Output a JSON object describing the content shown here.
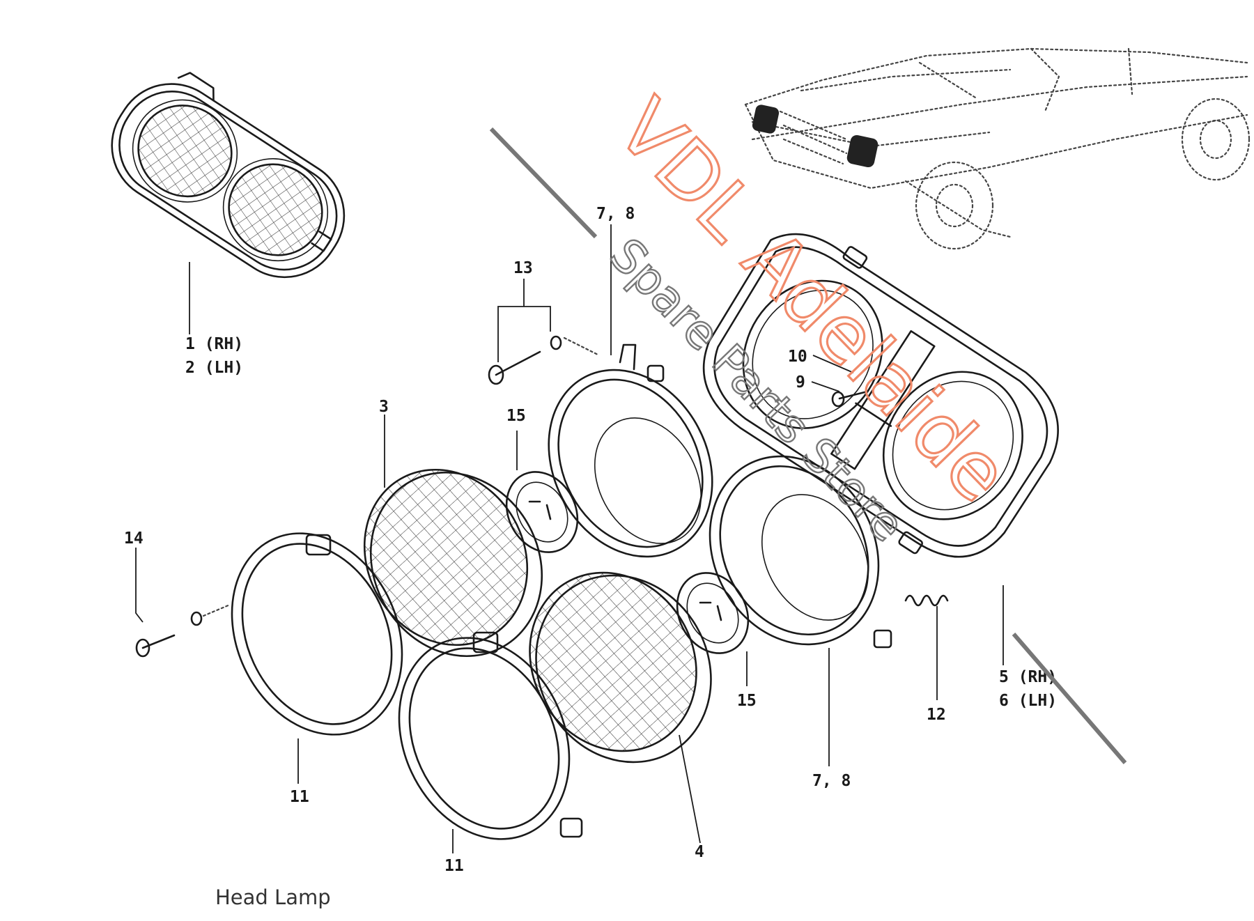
{
  "caption": "Head Lamp",
  "watermark": {
    "brand": "VDL Adelaide",
    "tagline": "Spare Parts Store",
    "brand_color": "#f08a6a",
    "tagline_color": "#777777"
  },
  "part_labels": [
    {
      "id": "p1",
      "lines": [
        "1 (RH)",
        "2 (LH)"
      ]
    },
    {
      "id": "p3",
      "lines": [
        "3"
      ]
    },
    {
      "id": "p4",
      "lines": [
        "4"
      ]
    },
    {
      "id": "p5",
      "lines": [
        "5 (RH)",
        "6 (LH)"
      ]
    },
    {
      "id": "p78a",
      "lines": [
        "7, 8"
      ]
    },
    {
      "id": "p78b",
      "lines": [
        "7, 8"
      ]
    },
    {
      "id": "p9",
      "lines": [
        "9"
      ]
    },
    {
      "id": "p10",
      "lines": [
        "10"
      ]
    },
    {
      "id": "p11a",
      "lines": [
        "11"
      ]
    },
    {
      "id": "p11b",
      "lines": [
        "11"
      ]
    },
    {
      "id": "p12",
      "lines": [
        "12"
      ]
    },
    {
      "id": "p13",
      "lines": [
        "13"
      ]
    },
    {
      "id": "p14",
      "lines": [
        "14"
      ]
    },
    {
      "id": "p15a",
      "lines": [
        "15"
      ]
    },
    {
      "id": "p15b",
      "lines": [
        "15"
      ]
    }
  ],
  "icons": [
    "headlamp-assembly-icon",
    "vehicle-sketch-icon",
    "mounting-bracket-icon",
    "retaining-ring-icon",
    "sealed-beam-icon",
    "rim-icon",
    "screw-icon",
    "spring-icon",
    "rubber-seat-icon"
  ]
}
